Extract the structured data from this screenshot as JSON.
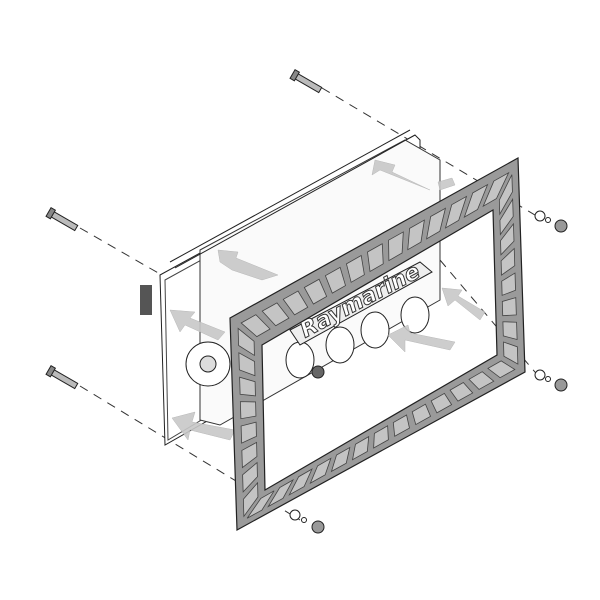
{
  "diagram": {
    "device_logo": "Raymarine",
    "colors": {
      "line": "#222222",
      "gasket_fill": "#9a9a9a",
      "gasket_rib": "#c4c4c4",
      "arrow": "#c8c8c8",
      "background": "#ffffff"
    },
    "parts": [
      "display-unit",
      "mounting-gasket",
      "mounting-stud",
      "washer",
      "nut",
      "direction-arrow"
    ]
  }
}
